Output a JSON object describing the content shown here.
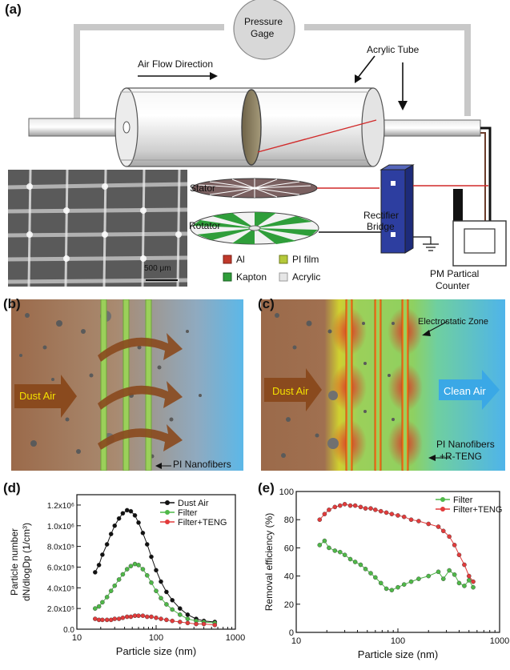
{
  "panels": {
    "a": {
      "label": "(a)",
      "pressure_gage": [
        "Pressure",
        "Gage"
      ],
      "air_flow": "Air Flow Direction",
      "acrylic_tube": "Acrylic Tube",
      "stator": "Stator",
      "rotator": "Rotator",
      "rectifier": [
        "Rectifier",
        "Bridge"
      ],
      "counter": [
        "PM Partical",
        "Counter"
      ],
      "scale_bar": "500 μm",
      "legend": [
        {
          "label": "Al",
          "color": "#c0392b"
        },
        {
          "label": "PI film",
          "color": "#b5c93a"
        },
        {
          "label": "Kapton",
          "color": "#2f9e3a"
        },
        {
          "label": "Acrylic",
          "color": "#e6e6e6"
        }
      ]
    },
    "b": {
      "label": "(b)",
      "dust_air": "Dust Air",
      "nanofibers": "PI Nanofibers"
    },
    "c": {
      "label": "(c)",
      "dust_air": "Dust Air",
      "clean_air": "Clean Air",
      "electrostatic": "Electrostatic Zone",
      "nanofibers": [
        "PI Nanofibers",
        "+R-TENG"
      ]
    }
  },
  "charts": [
    {
      "panel_label": "(d)",
      "chart_data": {
        "type": "line",
        "xlabel": "Particle size (nm)",
        "ylabel": [
          "Particle number",
          "dN/dlogDp (1/cm³)"
        ],
        "xscale": "log",
        "xlim": [
          10,
          1000
        ],
        "ylim": [
          0,
          1.3
        ],
        "y_exponent": 6,
        "xticks": [
          10,
          100,
          1000
        ],
        "xtick_labels": [
          "10",
          "100",
          "1000"
        ],
        "yticks": [
          0.0,
          0.2,
          0.4,
          0.6,
          0.8,
          1.0,
          1.2
        ],
        "ytick_labels": [
          "0.0",
          "2.0x10⁵",
          "4.0x10⁵",
          "6.0x10⁵",
          "8.0x10⁵",
          "1.0x10⁶",
          "1.2x10⁶"
        ],
        "legend_position": "top-right",
        "series": [
          {
            "name": "Dust Air",
            "color": "#111111",
            "x": [
              17,
              19,
              21,
              24,
              27,
              30,
              34,
              38,
              43,
              48,
              54,
              60,
              68,
              77,
              87,
              100,
              115,
              135,
              160,
              200,
              250,
              320,
              400,
              550
            ],
            "y": [
              0.55,
              0.62,
              0.72,
              0.82,
              0.92,
              1.0,
              1.07,
              1.12,
              1.15,
              1.14,
              1.1,
              1.03,
              0.93,
              0.82,
              0.7,
              0.57,
              0.46,
              0.36,
              0.28,
              0.2,
              0.14,
              0.1,
              0.08,
              0.07
            ]
          },
          {
            "name": "Filter",
            "color": "#4fb848",
            "x": [
              17,
              19,
              21,
              24,
              27,
              30,
              34,
              38,
              43,
              48,
              54,
              60,
              68,
              77,
              87,
              100,
              115,
              135,
              160,
              200,
              250,
              320,
              400,
              550
            ],
            "y": [
              0.2,
              0.22,
              0.26,
              0.31,
              0.37,
              0.42,
              0.48,
              0.53,
              0.58,
              0.61,
              0.63,
              0.62,
              0.58,
              0.52,
              0.45,
              0.37,
              0.3,
              0.24,
              0.19,
              0.14,
              0.1,
              0.08,
              0.07,
              0.06
            ]
          },
          {
            "name": "Filter+TENG",
            "color": "#e23b3b",
            "x": [
              17,
              19,
              21,
              24,
              27,
              30,
              34,
              38,
              43,
              48,
              54,
              60,
              68,
              77,
              87,
              100,
              115,
              135,
              160,
              200,
              250,
              320,
              400,
              550
            ],
            "y": [
              0.1,
              0.09,
              0.09,
              0.09,
              0.09,
              0.1,
              0.1,
              0.11,
              0.12,
              0.12,
              0.13,
              0.13,
              0.13,
              0.12,
              0.12,
              0.11,
              0.1,
              0.09,
              0.08,
              0.07,
              0.06,
              0.05,
              0.05,
              0.04
            ]
          }
        ]
      }
    },
    {
      "panel_label": "(e)",
      "chart_data": {
        "type": "line",
        "xlabel": "Particle size (nm)",
        "ylabel": "Removal efficiency (%)",
        "xscale": "log",
        "xlim": [
          10,
          1000
        ],
        "ylim": [
          0,
          100
        ],
        "xticks": [
          10,
          100,
          1000
        ],
        "xtick_labels": [
          "10",
          "100",
          "1000"
        ],
        "yticks": [
          0,
          20,
          40,
          60,
          80,
          100
        ],
        "ytick_labels": [
          "0",
          "20",
          "40",
          "60",
          "80",
          "100"
        ],
        "legend_position": "top-right",
        "series": [
          {
            "name": "Filter",
            "color": "#4fb848",
            "x": [
              17,
              19,
              21,
              24,
              27,
              30,
              34,
              38,
              43,
              48,
              54,
              60,
              68,
              77,
              87,
              100,
              115,
              135,
              160,
              200,
              250,
              280,
              320,
              360,
              400,
              450,
              500,
              550
            ],
            "y": [
              62,
              65,
              60,
              58,
              57,
              55,
              52,
              50,
              48,
              45,
              42,
              39,
              35,
              31,
              30,
              32,
              34,
              36,
              38,
              40,
              43,
              38,
              44,
              41,
              35,
              33,
              37,
              32
            ]
          },
          {
            "name": "Filter+TENG",
            "color": "#e23b3b",
            "x": [
              17,
              19,
              21,
              24,
              27,
              30,
              34,
              38,
              43,
              48,
              54,
              60,
              68,
              77,
              87,
              100,
              115,
              135,
              160,
              200,
              250,
              280,
              320,
              360,
              400,
              450,
              500,
              550
            ],
            "y": [
              80,
              84,
              87,
              89,
              90,
              91,
              90,
              90,
              89,
              88,
              88,
              87,
              86,
              85,
              84,
              83,
              82,
              80,
              79,
              77,
              75,
              72,
              68,
              62,
              55,
              48,
              40,
              36
            ]
          }
        ]
      }
    }
  ]
}
